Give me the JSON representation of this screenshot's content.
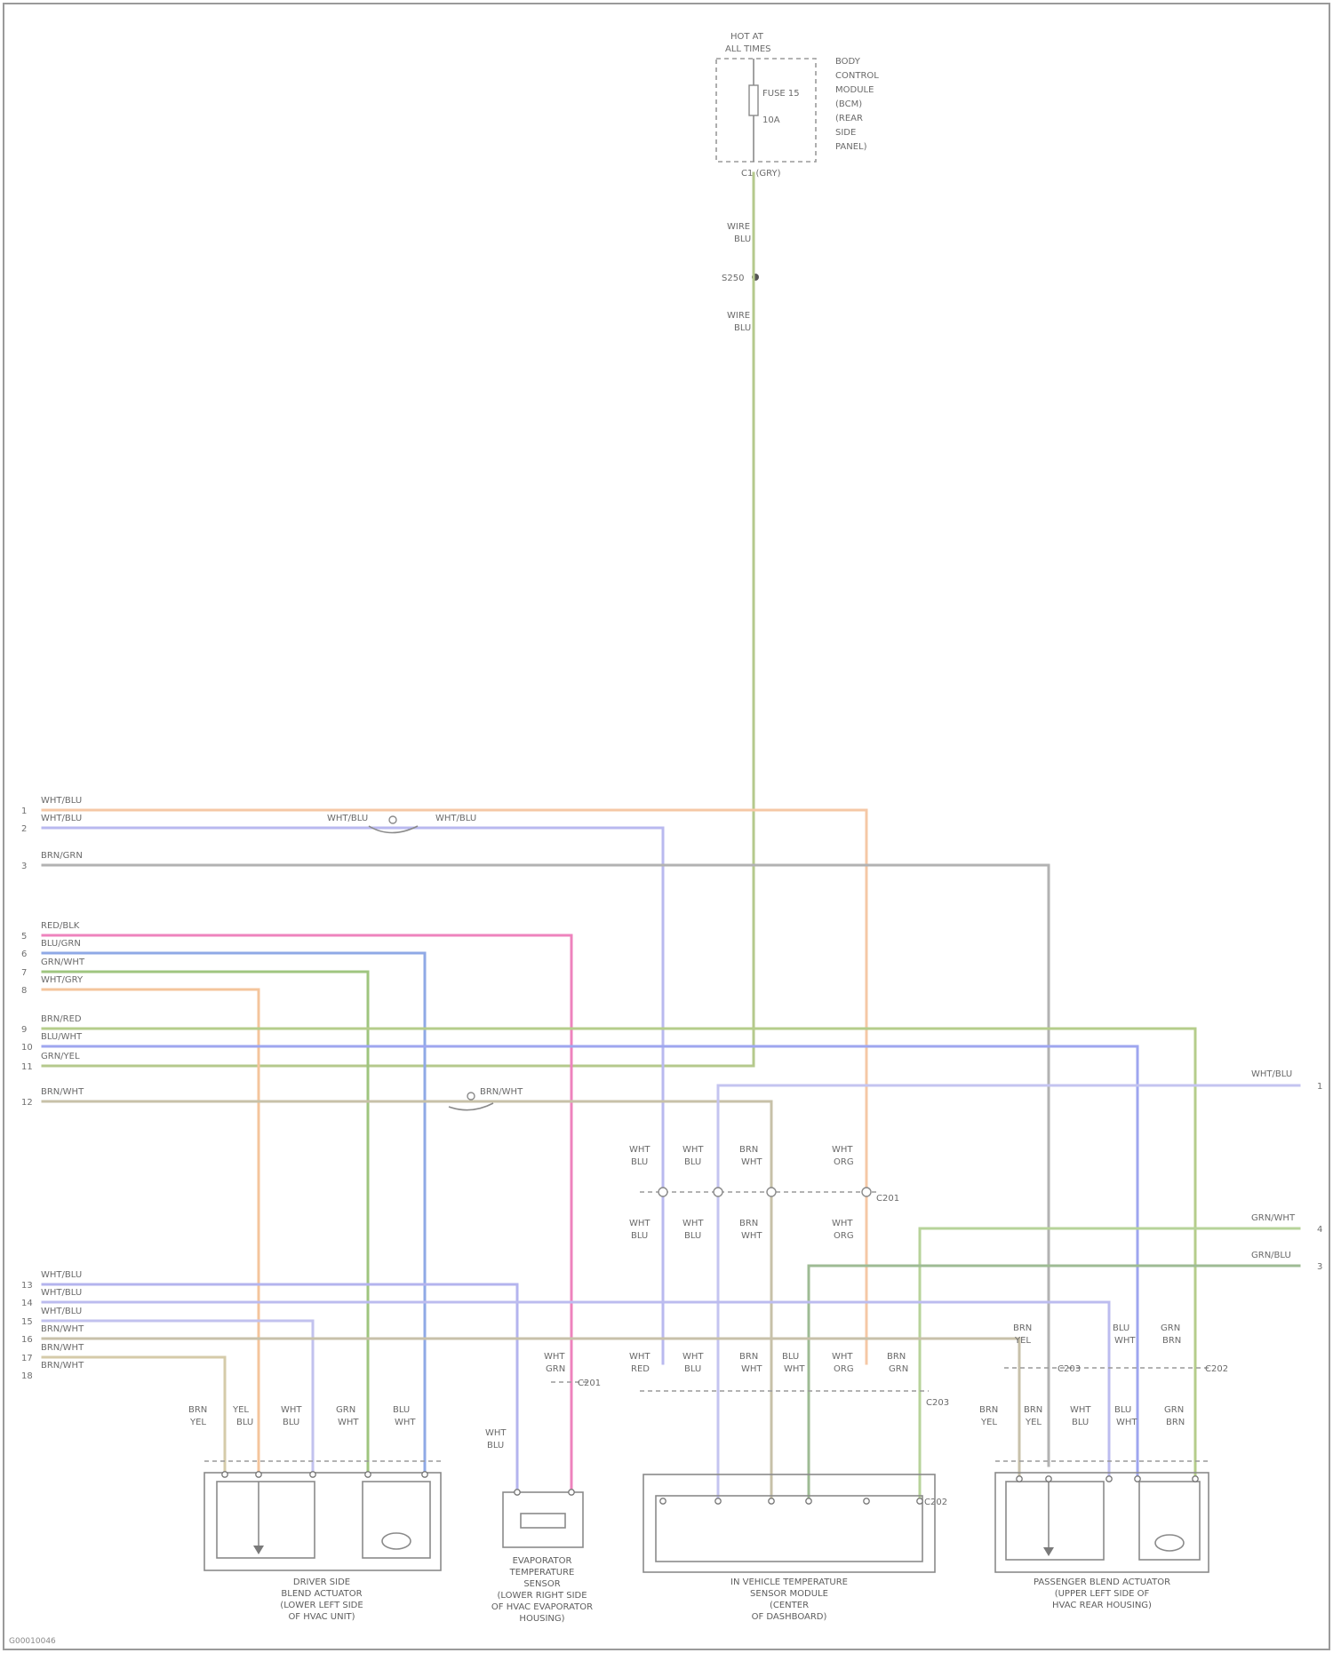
{
  "diagram": {
    "top_module": {
      "header": [
        "HOT AT",
        "ALL TIMES"
      ],
      "fuse": "FUSE 15",
      "fuse_rating": "10A",
      "side": [
        "BODY",
        "CONTROL",
        "MODULE",
        "(BCM)",
        "(REAR",
        "SIDE",
        "PANEL)"
      ],
      "connector": "C1 (GRY)"
    },
    "vertical_labels": {
      "a1": "WIRE",
      "a2": "BLU",
      "splice": "S250",
      "b1": "WIRE",
      "b2": "BLU"
    },
    "left_pins": {
      "group1": [
        "1",
        "2",
        "3"
      ],
      "group2": [
        "5",
        "6",
        "7",
        "8",
        "9",
        "10",
        "11",
        "12"
      ],
      "group3": [
        "13",
        "14",
        "15",
        "16",
        "17",
        "18"
      ]
    },
    "left_labels": {
      "group1": [
        "WHT/BLU",
        "WHT/BLU",
        "BRN/GRN"
      ],
      "group2": [
        "RED/BLK",
        "BLU/GRN",
        "GRN/WHT",
        "WHT/GRY",
        "BRN/RED",
        "BLU/WHT",
        "GRN/YEL",
        "BRN/WHT"
      ],
      "group3": [
        "WHT/BLU",
        "WHT/BLU",
        "WHT/BLU",
        "BRN/WHT",
        "BRN/WHT",
        "BRN/WHT"
      ]
    },
    "inline_labels": [
      "WHT/BLU",
      "WHT/BLU",
      "BRN/WHT",
      "BRN/WHT"
    ],
    "right_labels": [
      "WHT/BLU",
      "GRN/WHT",
      "GRN/BLU"
    ],
    "right_pins": [
      "1",
      "4",
      "3"
    ],
    "wire_labels": [
      [
        "WHT",
        "BLU"
      ],
      [
        "WHT",
        "BLU"
      ],
      [
        "BRN",
        "WHT"
      ],
      [
        "WHT",
        "ORG"
      ],
      [
        "WHT",
        "BLU"
      ],
      [
        "WHT",
        "BLU"
      ],
      [
        "BRN",
        "WHT"
      ],
      [
        "WHT",
        "ORG"
      ],
      [
        "WHT",
        "RED"
      ],
      [
        "WHT",
        "BLU"
      ],
      [
        "BRN",
        "WHT"
      ],
      [
        "BLU",
        "WHT"
      ],
      [
        "WHT",
        "ORG"
      ],
      [
        "BRN",
        "GRN"
      ],
      [
        "BRN",
        "YEL"
      ],
      [
        "YEL",
        "BLU"
      ],
      [
        "WHT",
        "BLU"
      ],
      [
        "GRN",
        "WHT"
      ],
      [
        "BLU",
        "WHT"
      ],
      [
        "WHT",
        "BLU"
      ],
      [
        "WHT",
        "GRN"
      ],
      [
        "BRN",
        "YEL"
      ],
      [
        "BRN",
        "YEL"
      ],
      [
        "WHT",
        "BLU"
      ],
      [
        "BLU",
        "WHT"
      ],
      [
        "GRN",
        "BRN"
      ],
      [
        "BRN",
        "YEL"
      ],
      [
        "BLU",
        "WHT"
      ],
      [
        "GRN",
        "BRN"
      ]
    ],
    "small_tags": [
      "C201",
      "C201",
      "C203",
      "C203",
      "C202",
      "C202"
    ],
    "components": [
      [
        "DRIVER SIDE",
        "BLEND ACTUATOR",
        "(LOWER LEFT SIDE",
        "OF HVAC UNIT)"
      ],
      [
        "EVAPORATOR",
        "TEMPERATURE",
        "SENSOR",
        "(LOWER RIGHT SIDE",
        "OF HVAC EVAPORATOR",
        "HOUSING)"
      ],
      [
        "IN VEHICLE TEMPERATURE",
        "SENSOR MODULE",
        "(CENTER",
        "OF DASHBOARD)"
      ],
      [
        "PASSENGER BLEND ACTUATOR",
        "(UPPER LEFT SIDE OF",
        "HVAC REAR HOUSING)"
      ]
    ],
    "footer": "G00010046"
  }
}
